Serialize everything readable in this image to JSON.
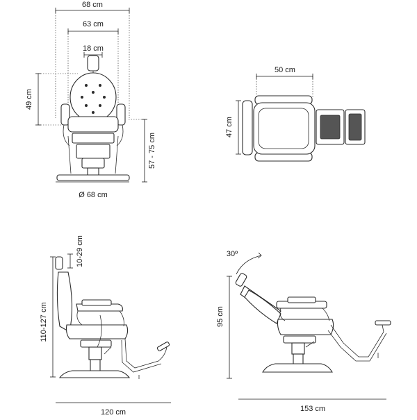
{
  "front_view": {
    "width_overall": "68 cm",
    "width_seat": "63 cm",
    "width_headrest": "18 cm",
    "backrest_height": "49 cm",
    "seat_height": "57 - 75 cm",
    "base_diameter": "Ø 68 cm"
  },
  "top_view": {
    "seat_width": "50 cm",
    "seat_depth": "47 cm"
  },
  "side_view": {
    "headrest_adjust": "10-29 cm",
    "total_height": "110-127 cm",
    "length": "120 cm"
  },
  "reclined_view": {
    "recline_angle": "30º",
    "reclined_height": "95 cm",
    "reclined_length": "153 cm"
  }
}
